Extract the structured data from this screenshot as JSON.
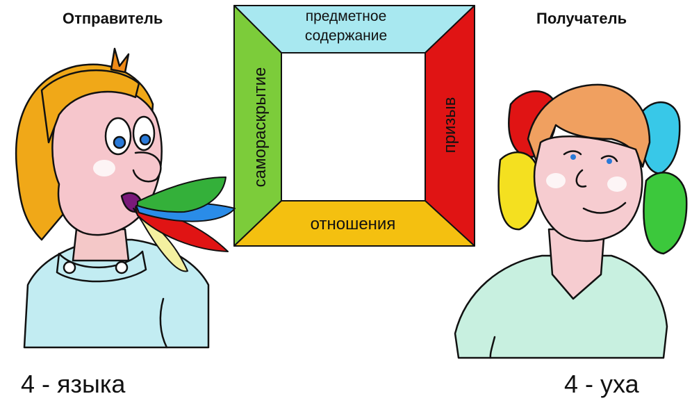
{
  "sender": {
    "title": "Отправитель",
    "caption": "4 - языка"
  },
  "receiver": {
    "title": "Получатель",
    "caption": "4 - уха"
  },
  "frame": {
    "top": {
      "line1": "предметное",
      "line2": "содержание",
      "color": "#a8e8f0"
    },
    "left": {
      "text": "самораскрытие",
      "color": "#7ccc3a"
    },
    "right": {
      "text": "призыв",
      "color": "#e01414"
    },
    "bottom": {
      "text": "отношения",
      "color": "#f4c010"
    }
  },
  "tongue_colors": [
    "#34b03a",
    "#2a8ce8",
    "#e01414",
    "#f4f0a0"
  ],
  "ear_colors": [
    "#e01414",
    "#f4e020",
    "#38c8e8",
    "#3cc83c"
  ]
}
